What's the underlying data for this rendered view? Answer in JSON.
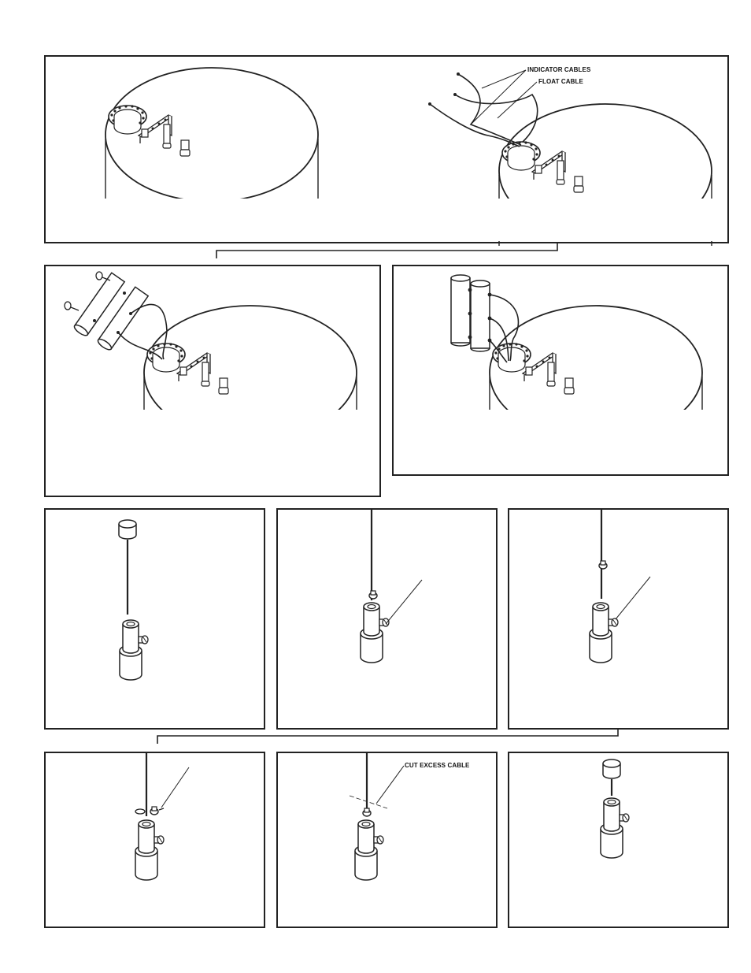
{
  "labels": {
    "indicator_cables": "INDICATOR CABLES",
    "float_cable": "FLOAT CABLE",
    "cut_excess_cable": "CUT EXCESS CABLE"
  },
  "colors": {
    "line": "#222222",
    "background": "#ffffff"
  }
}
